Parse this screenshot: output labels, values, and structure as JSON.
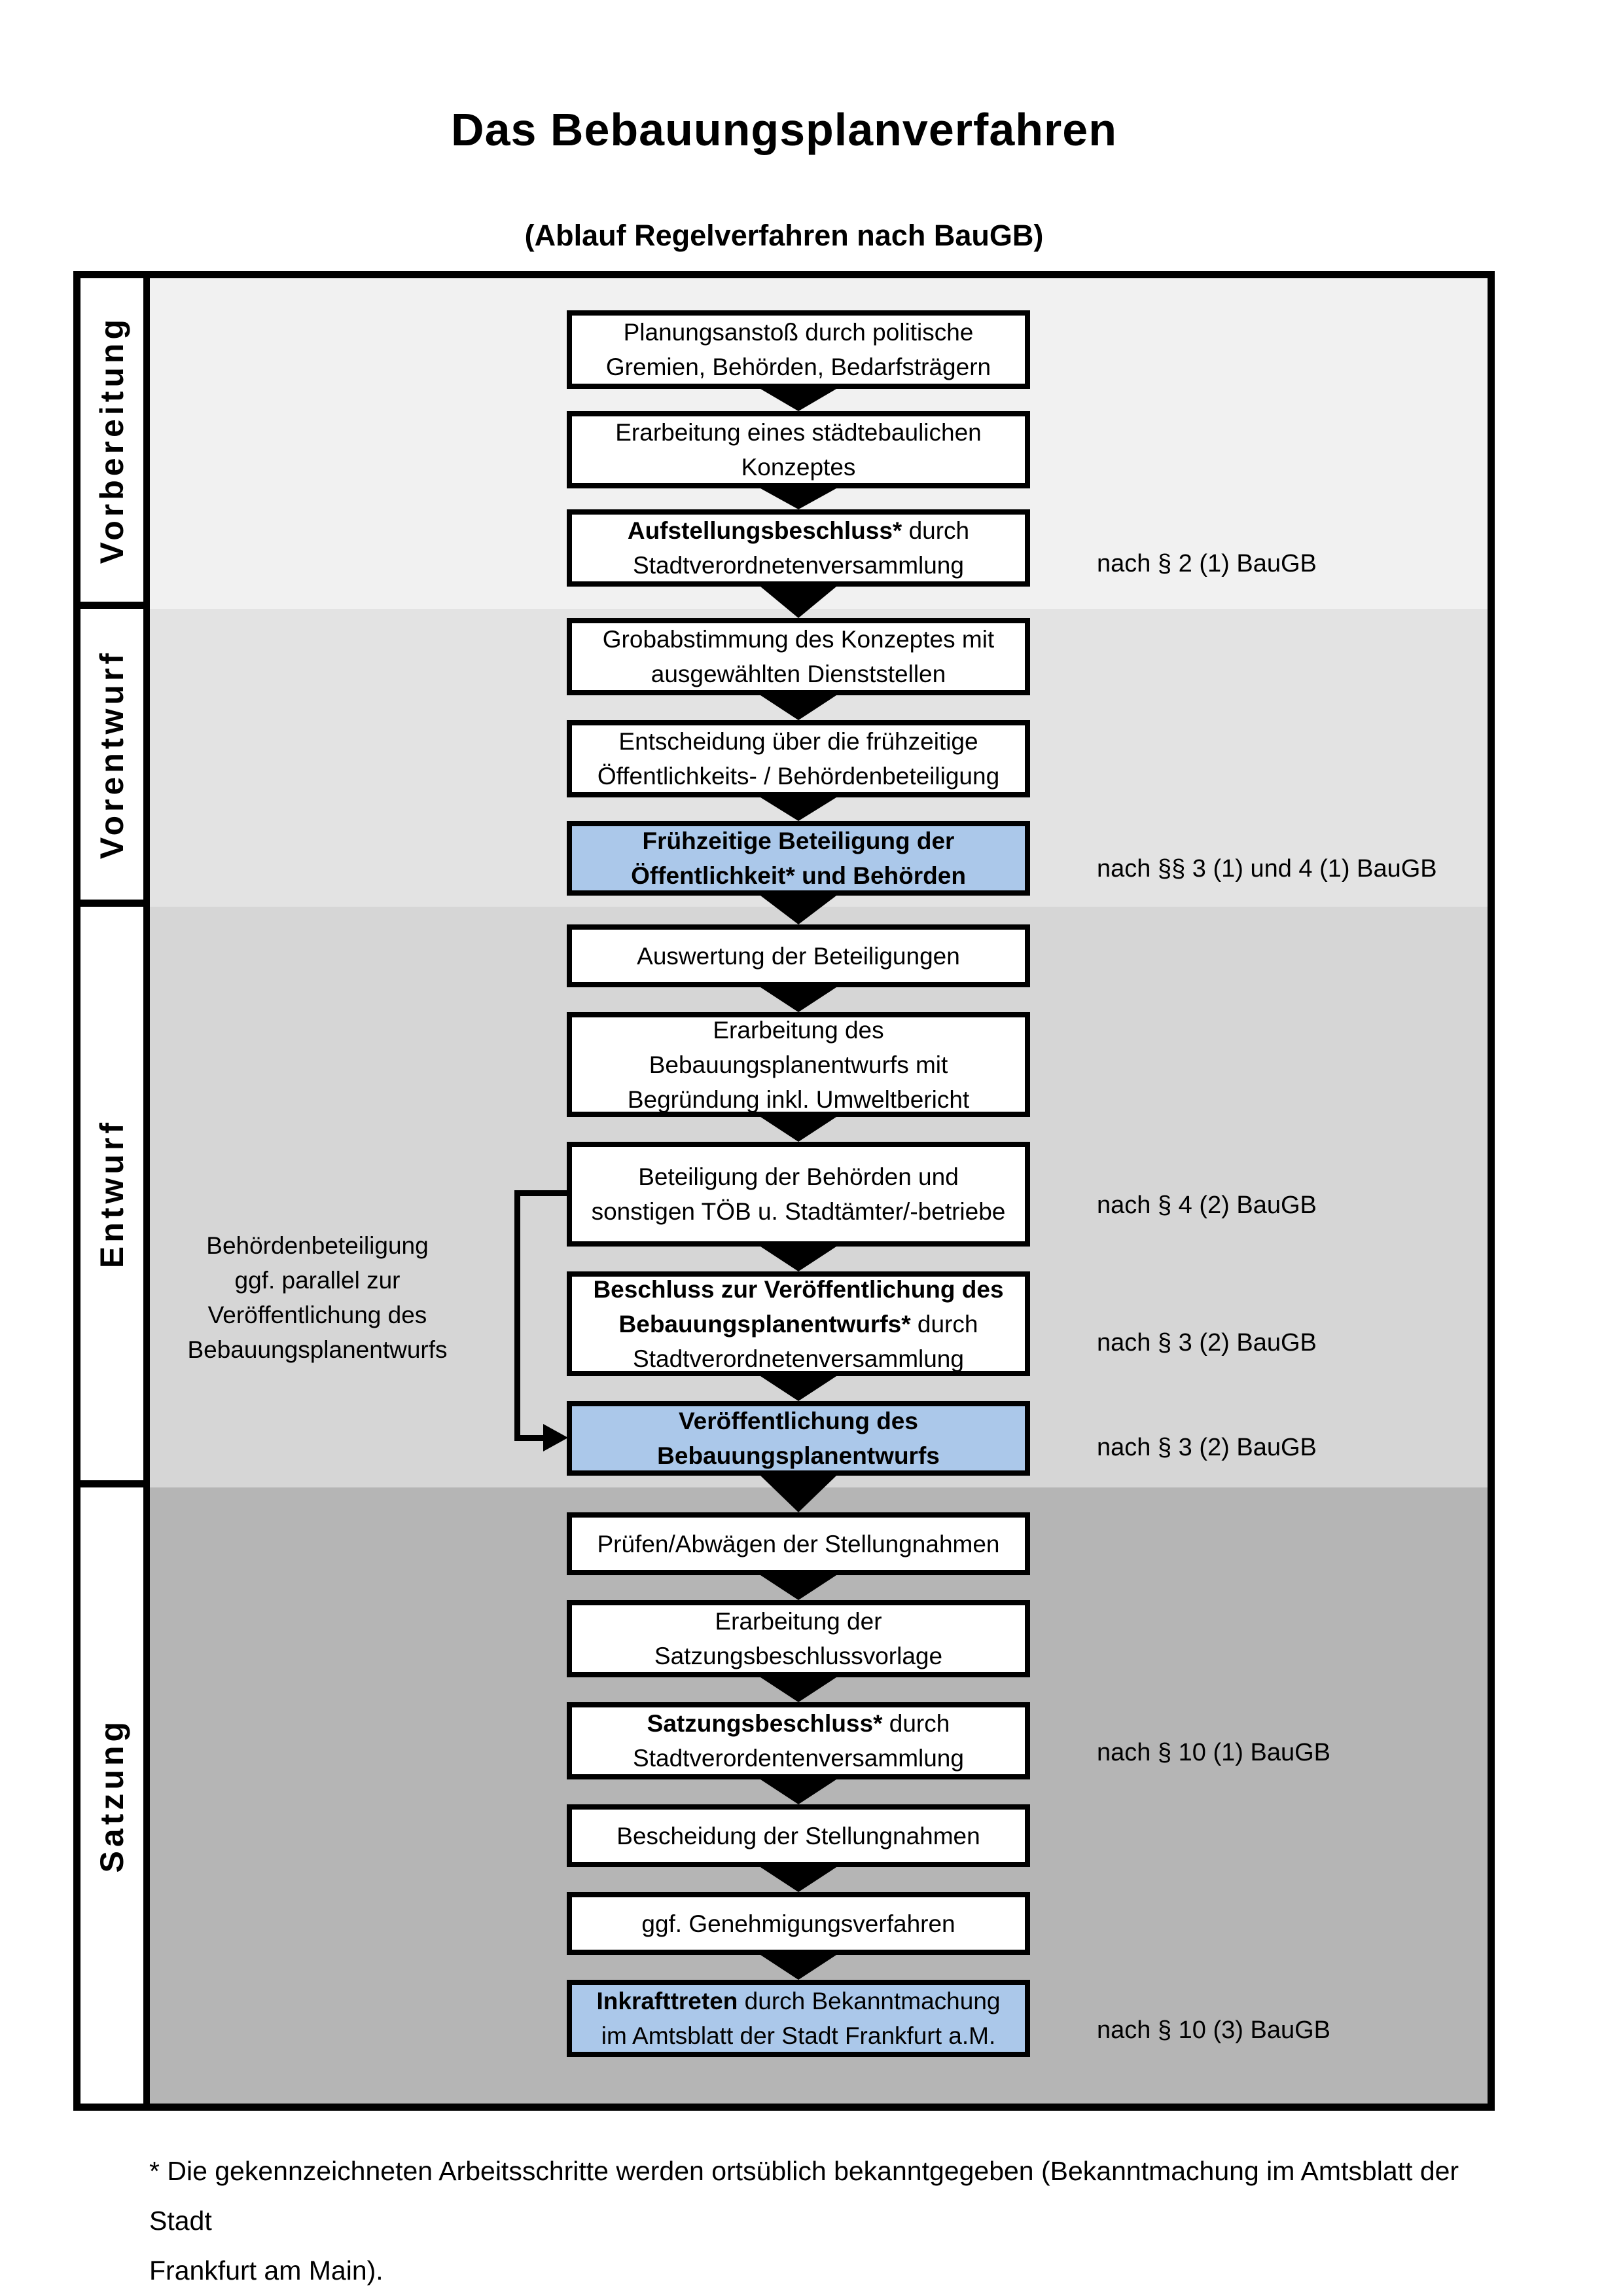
{
  "page": {
    "title": "Das Bebauungsplanverfahren",
    "subtitle": "(Ablauf Regelverfahren nach BauGB)"
  },
  "colors": {
    "highlight_blue": "#abc8ea",
    "phase_backgrounds": [
      "#f1f1f1",
      "#e3e3e3",
      "#d6d6d6",
      "#b5b5b5"
    ],
    "border_black": "#000000"
  },
  "phases": [
    {
      "label": "Vorbereitung"
    },
    {
      "label": "Vorentwurf"
    },
    {
      "label": "Entwurf"
    },
    {
      "label": "Satzung"
    }
  ],
  "flow": {
    "boxes": [
      {
        "highlight": false,
        "lines": [
          {
            "r": "Planungsanstoß durch politische"
          },
          {
            "r": "Gremien, Behörden, Bedarfsträgern"
          }
        ]
      },
      {
        "highlight": false,
        "lines": [
          {
            "r": "Erarbeitung eines städtebaulichen"
          },
          {
            "r": "Konzeptes"
          }
        ]
      },
      {
        "highlight": false,
        "lines": [
          {
            "b": "Aufstellungsbeschluss*",
            "r": " durch"
          },
          {
            "r": "Stadtverordnetenversammlung"
          }
        ]
      },
      {
        "highlight": false,
        "lines": [
          {
            "r": "Grobabstimmung des Konzeptes mit"
          },
          {
            "r": "ausgewählten Dienststellen"
          }
        ]
      },
      {
        "highlight": false,
        "lines": [
          {
            "r": "Entscheidung über die frühzeitige"
          },
          {
            "r": "Öffentlichkeits- / Behördenbeteiligung"
          }
        ]
      },
      {
        "highlight": true,
        "lines": [
          {
            "b": "Frühzeitige Beteiligung der"
          },
          {
            "b": "Öffentlichkeit* und Behörden"
          }
        ]
      },
      {
        "highlight": false,
        "lines": [
          {
            "r": "Auswertung der Beteiligungen"
          }
        ]
      },
      {
        "highlight": false,
        "lines": [
          {
            "r": "Erarbeitung des"
          },
          {
            "r": "Bebauungsplanentwurfs mit"
          },
          {
            "r": "Begründung inkl. Umweltbericht"
          }
        ]
      },
      {
        "highlight": false,
        "lines": [
          {
            "r": "Beteiligung der Behörden und"
          },
          {
            "r": "sonstigen TÖB u. Stadtämter/-betriebe"
          }
        ]
      },
      {
        "highlight": false,
        "lines": [
          {
            "b": "Beschluss zur Veröffentlichung des"
          },
          {
            "b": "Bebauungsplanentwurfs*",
            "r": " durch"
          },
          {
            "r": "Stadtverordnetenversammlung"
          }
        ]
      },
      {
        "highlight": true,
        "lines": [
          {
            "b": "Veröffentlichung des"
          },
          {
            "b": "Bebauungsplanentwurfs"
          }
        ]
      },
      {
        "highlight": false,
        "lines": [
          {
            "r": "Prüfen/Abwägen der Stellungnahmen"
          }
        ]
      },
      {
        "highlight": false,
        "lines": [
          {
            "r": "Erarbeitung der"
          },
          {
            "r": "Satzungsbeschlussvorlage"
          }
        ]
      },
      {
        "highlight": false,
        "lines": [
          {
            "b": "Satzungsbeschluss*",
            "r": " durch"
          },
          {
            "r": "Stadtverordentenversammlung"
          }
        ]
      },
      {
        "highlight": false,
        "lines": [
          {
            "r": "Bescheidung der Stellungnahmen"
          }
        ]
      },
      {
        "highlight": false,
        "lines": [
          {
            "r": "ggf. Genehmigungsverfahren"
          }
        ]
      },
      {
        "highlight": true,
        "lines": [
          {
            "b": "Inkrafttreten",
            "r": " durch Bekanntmachung"
          },
          {
            "r": "im Amtsblatt der Stadt Frankfurt a.M."
          }
        ]
      }
    ]
  },
  "references": [
    {
      "text": "nach § 2 (1) BauGB"
    },
    {
      "text": "nach §§ 3 (1) und 4 (1) BauGB"
    },
    {
      "text": "nach § 4 (2) BauGB"
    },
    {
      "text": "nach § 3 (2) BauGB"
    },
    {
      "text": "nach § 3 (2) BauGB"
    },
    {
      "text": "nach § 10 (1) BauGB"
    },
    {
      "text": "nach § 10 (3) BauGB"
    }
  ],
  "side_note": {
    "lines": [
      "Behördenbeteiligung",
      "ggf. parallel zur",
      "Veröffentlichung des",
      "Bebauungsplanentwurfs"
    ]
  },
  "footnote": {
    "line1": "* Die gekennzeichneten Arbeitsschritte werden ortsüblich bekanntgegeben (Bekanntmachung im Amtsblatt  der Stadt",
    "line2": "Frankfurt am Main)."
  }
}
